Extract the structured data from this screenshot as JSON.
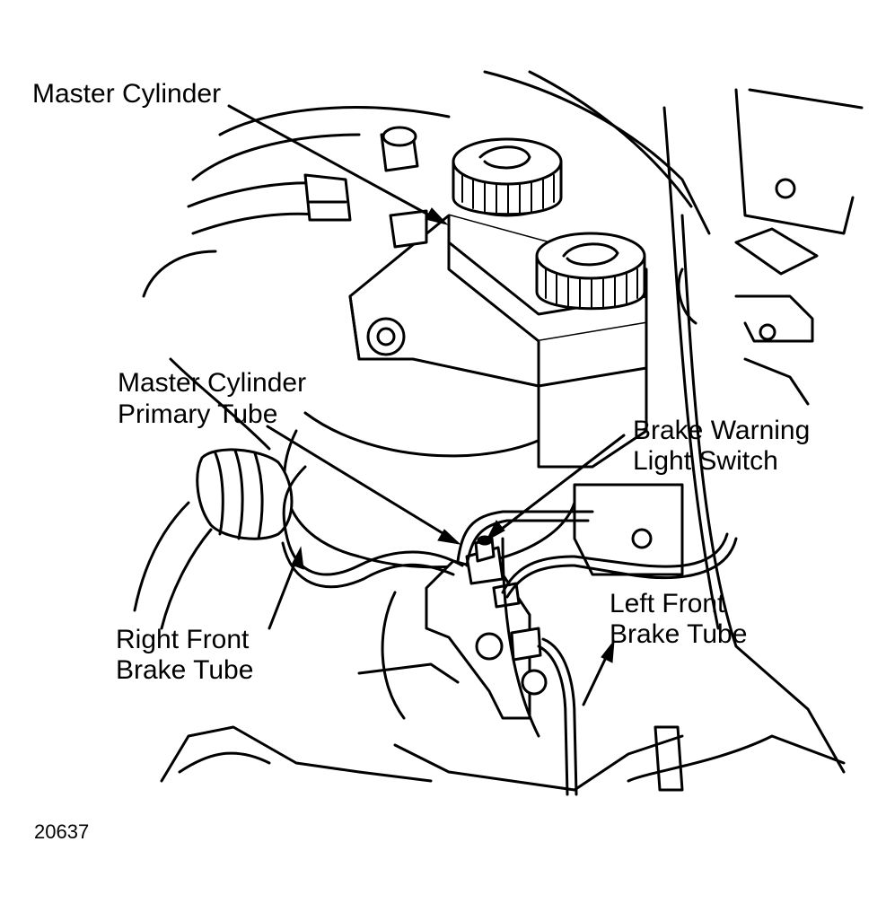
{
  "labels": {
    "master_cylinder": "Master Cylinder",
    "primary_tube_line1": "Master Cylinder",
    "primary_tube_line2": "Primary Tube",
    "warning_switch_line1": "Brake Warning",
    "warning_switch_line2": "Light Switch",
    "left_front_line1": "Left Front",
    "left_front_line2": "Brake Tube",
    "right_front_line1": "Right Front",
    "right_front_line2": "Brake Tube"
  },
  "figure_id": "20637"
}
